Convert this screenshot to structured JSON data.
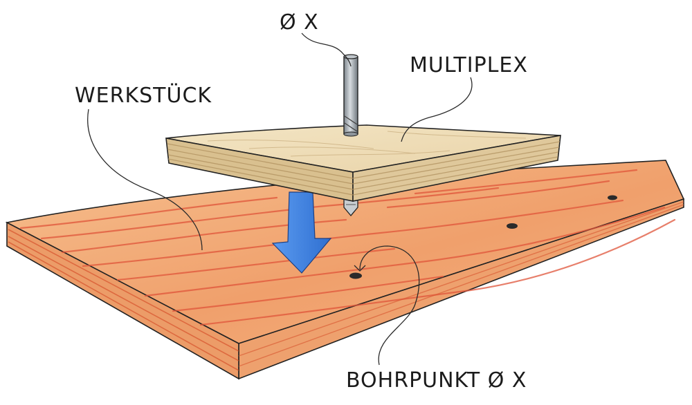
{
  "labels": {
    "drill_diameter": "Ø X",
    "jig_material": "MULTIPLEX",
    "workpiece": "WERKSTÜCK",
    "drill_point": "BOHRPUNKT Ø X"
  },
  "colors": {
    "workpiece_wood": "#f0a472",
    "workpiece_grain": "#e0553a",
    "jig_wood": "#efdcb6",
    "arrow_fill": "#3f84e0",
    "drill_steel": "#9ba2a8",
    "outline": "#222222"
  }
}
